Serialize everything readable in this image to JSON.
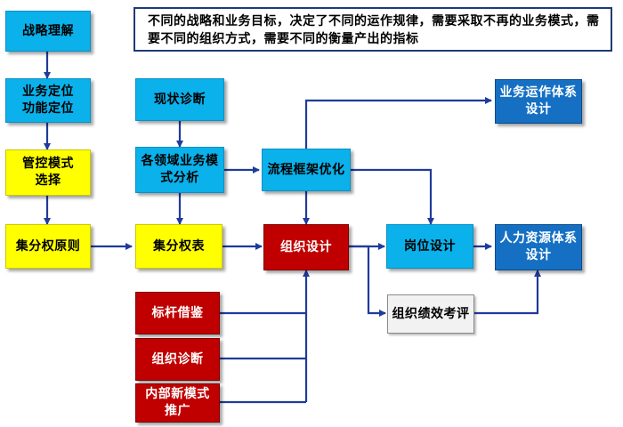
{
  "note": "不同的战略和业务目标，决定了不同的运作规律，需要采取不再的业务模式，需要不同的组织方式，需要不同的衡量产出的指标",
  "boxes": {
    "strategy_understanding": "战略理解",
    "business_positioning": "业务定位\n功能定位",
    "control_mode": "管控模式\n选择",
    "centralization_principle": "集分权原则",
    "status_diagnosis": "现状诊断",
    "domain_model_analysis": "各领域业务模\n式分析",
    "authority_table": "集分权表",
    "process_optimization": "流程框架优化",
    "org_design": "组织设计",
    "position_design": "岗位设计",
    "business_operation_design": "业务运作体系\n设计",
    "hr_system_design": "人力资源体系\n设计",
    "performance_evaluation": "组织绩效考评",
    "benchmarking": "标杆借鉴",
    "org_diagnosis": "组织诊断",
    "internal_model_promotion": "内部新模式\n推广"
  },
  "colors": {
    "cyan": "#0ab1ea",
    "yellow": "#ffff00",
    "red": "#c00000",
    "blue": "#1570c4",
    "gray": "#f2f2f2",
    "arrow": "#1f3b9c",
    "note_border": "#1f3b77"
  }
}
